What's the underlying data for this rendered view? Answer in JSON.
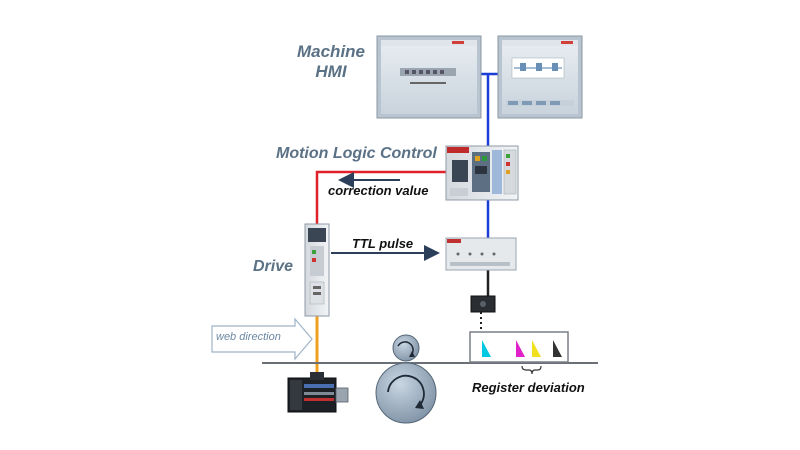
{
  "labels": {
    "machine_hmi": [
      "Machine",
      "HMI"
    ],
    "motion_logic_control": "Motion Logic Control",
    "correction_value": "correction value",
    "ttl_pulse": "TTL pulse",
    "drive": "Drive",
    "web_direction": "web direction",
    "register_deviation": "Register deviation"
  },
  "colors": {
    "ethernet_line": "#1a3fd6",
    "red_line": "#e0202a",
    "orange_line": "#f0a020",
    "arrow_dark": "#2b3f5a",
    "text_grey": "#5a7186",
    "register_marks": [
      "#00c8e0",
      "#e020c8",
      "#f0e020",
      "#333333"
    ]
  }
}
